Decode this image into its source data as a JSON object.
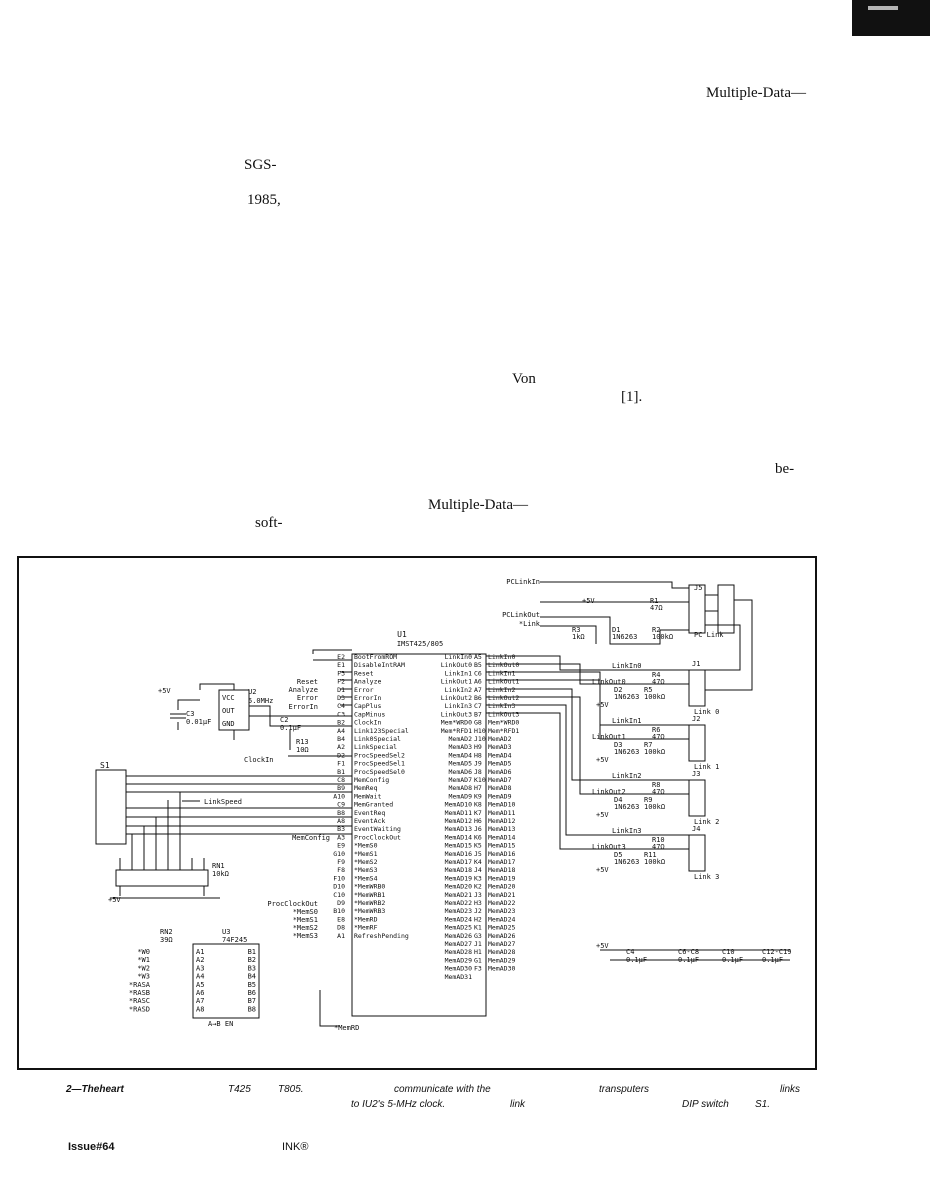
{
  "text_fragments": [
    "Multiple-Data—",
    "SGS-",
    "1985,",
    "Von",
    "[1].",
    "be-",
    "Multiple-Data—",
    "soft-"
  ],
  "caption": {
    "line1": [
      "2—Theheart",
      "T425",
      "T805.",
      "communicate with the",
      "transputers",
      "links"
    ],
    "line2": [
      "to IU2's 5-MHz clock.",
      "link",
      "DIP switch",
      "S1."
    ]
  },
  "footer": {
    "issue": "Issue#64",
    "ink": "INK®"
  },
  "schematic": {
    "u1": {
      "ref": "U1",
      "part": "IMST425/805",
      "left_pins": [
        [
          "E2",
          "BootFromROM"
        ],
        [
          "E1",
          "DisableIntRAM"
        ],
        [
          "F3",
          "Reset"
        ],
        [
          "F2",
          "Analyze"
        ],
        [
          "D1",
          "Error"
        ],
        [
          "D3",
          "ErrorIn"
        ],
        [
          "C4",
          "CapPlus"
        ],
        [
          "C3",
          "CapMinus"
        ],
        [
          "B2",
          "ClockIn"
        ],
        [
          "A4",
          "Link123Special"
        ],
        [
          "B4",
          "Link0Special"
        ],
        [
          "A2",
          "LinkSpecial"
        ],
        [
          "D2",
          "ProcSpeedSel2"
        ],
        [
          "F1",
          "ProcSpeedSel1"
        ],
        [
          "B1",
          "ProcSpeedSel0"
        ],
        [
          "C8",
          "MemConfig"
        ],
        [
          "B9",
          "MemReq"
        ],
        [
          "A10",
          "MemWait"
        ],
        [
          "C9",
          "MemGranted"
        ],
        [
          "B8",
          "EventReq"
        ],
        [
          "A8",
          "EventAck"
        ],
        [
          "B3",
          "EventWaiting"
        ],
        [
          "A3",
          "ProcClockOut"
        ],
        [
          "E9",
          "*MemS0"
        ],
        [
          "G10",
          "*MemS1"
        ],
        [
          "F9",
          "*MemS2"
        ],
        [
          "F8",
          "*MemS3"
        ],
        [
          "F10",
          "*MemS4"
        ],
        [
          "D10",
          "*MemWRB0"
        ],
        [
          "C10",
          "*MemWRB1"
        ],
        [
          "D9",
          "*MemWRB2"
        ],
        [
          "B10",
          "*MemWRB3"
        ],
        [
          "E8",
          "*MemRD"
        ],
        [
          "D8",
          "*MemRF"
        ],
        [
          "A1",
          "RefreshPending"
        ]
      ],
      "right_pins": [
        [
          "LinkIn0",
          "A5",
          "LinkIn0"
        ],
        [
          "LinkOut0",
          "B5",
          "LinkOut0"
        ],
        [
          "LinkIn1",
          "C6",
          "LinkIn1"
        ],
        [
          "LinkOut1",
          "A6",
          "LinkOut1"
        ],
        [
          "LinkIn2",
          "A7",
          "LinkIn2"
        ],
        [
          "LinkOut2",
          "B6",
          "LinkOut2"
        ],
        [
          "LinkIn3",
          "C7",
          "LinkIn3"
        ],
        [
          "LinkOut3",
          "B7",
          "LinkOut3"
        ],
        [
          "Mem*WRD0",
          "G8",
          "Mem*WRD0"
        ],
        [
          "Mem*RFD1",
          "H10",
          "Mem*RFD1"
        ],
        [
          "MemAD2",
          "J10",
          "MemAD2"
        ],
        [
          "MemAD3",
          "H9",
          "MemAD3"
        ],
        [
          "MemAD4",
          "H8",
          "MemAD4"
        ],
        [
          "MemAD5",
          "J9",
          "MemAD5"
        ],
        [
          "MemAD6",
          "J8",
          "MemAD6"
        ],
        [
          "MemAD7",
          "K10",
          "MemAD7"
        ],
        [
          "MemAD8",
          "H7",
          "MemAD8"
        ],
        [
          "MemAD9",
          "K9",
          "MemAD9"
        ],
        [
          "MemAD10",
          "K8",
          "MemAD10"
        ],
        [
          "MemAD11",
          "K7",
          "MemAD11"
        ],
        [
          "MemAD12",
          "H6",
          "MemAD12"
        ],
        [
          "MemAD13",
          "J6",
          "MemAD13"
        ],
        [
          "MemAD14",
          "K6",
          "MemAD14"
        ],
        [
          "MemAD15",
          "K5",
          "MemAD15"
        ],
        [
          "MemAD16",
          "J5",
          "MemAD16"
        ],
        [
          "MemAD17",
          "K4",
          "MemAD17"
        ],
        [
          "MemAD18",
          "J4",
          "MemAD18"
        ],
        [
          "MemAD19",
          "K3",
          "MemAD19"
        ],
        [
          "MemAD20",
          "K2",
          "MemAD20"
        ],
        [
          "MemAD21",
          "J3",
          "MemAD21"
        ],
        [
          "MemAD22",
          "H3",
          "MemAD22"
        ],
        [
          "MemAD23",
          "J2",
          "MemAD23"
        ],
        [
          "MemAD24",
          "H2",
          "MemAD24"
        ],
        [
          "MemAD25",
          "K1",
          "MemAD25"
        ],
        [
          "MemAD26",
          "G3",
          "MemAD26"
        ],
        [
          "MemAD27",
          "J1",
          "MemAD27"
        ],
        [
          "MemAD28",
          "H1",
          "MemAD28"
        ],
        [
          "MemAD29",
          "G1",
          "MemAD29"
        ],
        [
          "MemAD30",
          "F3",
          "MemAD30"
        ],
        [
          "MemAD31",
          "",
          ""
        ]
      ]
    },
    "u2": {
      "ref": "U2",
      "freq": "5.0MHz",
      "vcc": "VCC",
      "out": "OUT",
      "gnd": "GND"
    },
    "u3": {
      "ref": "U3",
      "part": "74F245",
      "a_pins": [
        "A1",
        "A2",
        "A3",
        "A4",
        "A5",
        "A6",
        "A7",
        "A8"
      ],
      "b_pins": [
        "B1",
        "B2",
        "B3",
        "B4",
        "B5",
        "B6",
        "B7",
        "B8"
      ],
      "dir": "A→B EN"
    },
    "rn1": {
      "ref": "RN1",
      "value": "10kΩ"
    },
    "rn2": {
      "ref": "RN2",
      "value": "39Ω"
    },
    "s1": {
      "ref": "S1"
    },
    "rn2_signals": [
      "*W0",
      "*W1",
      "*W2",
      "*W3",
      "*RASA",
      "*RASB",
      "*RASC",
      "*RASD"
    ],
    "left_signals": [
      "Reset",
      "Analyze",
      "Error",
      "ErrorIn",
      "ClockIn",
      "LinkSpeed",
      "MemConfig",
      "ProcClockOut",
      "*MemS0",
      "*MemS1",
      "*MemS2",
      "*MemS3",
      "*MemRD"
    ],
    "passives": {
      "c2": "C2",
      "c2v": "0.1μF",
      "c3": "C3",
      "c3v": "0.01μF",
      "r13": "R13",
      "r13v": "10Ω",
      "c4": "C4",
      "c4v": "0.1μF",
      "c68": "C6-C8",
      "c68v": "0.1μF",
      "c10": "C10",
      "c10v": "0.1μF",
      "c1219": "C12-C19",
      "c1219v": "0.1μF"
    },
    "top": {
      "pclinkin": "PCLinkIn",
      "pclinkout": "PCLinkOut",
      "link": "*Link",
      "j5": "J5",
      "pclink": "PC Link",
      "r1": "R1",
      "r1v": "47Ω",
      "r2": "R2",
      "r2v": "100kΩ",
      "r3": "R3",
      "r3v": "1kΩ",
      "d1": "D1",
      "d1v": "1N6263"
    },
    "links": [
      {
        "in": "LinkIn0",
        "out": "LinkOut0",
        "j": "J1",
        "rs": "R4",
        "rsv": "47Ω",
        "d": "D2",
        "dv": "1N6263",
        "rp": "R5",
        "rpv": "100kΩ",
        "name": "Link 0"
      },
      {
        "in": "LinkIn1",
        "out": "LinkOut1",
        "j": "J2",
        "rs": "R6",
        "rsv": "47Ω",
        "d": "D3",
        "dv": "1N6263",
        "rp": "R7",
        "rpv": "100kΩ",
        "name": "Link 1"
      },
      {
        "in": "LinkIn2",
        "out": "LinkOut2",
        "j": "J3",
        "rs": "R8",
        "rsv": "47Ω",
        "d": "D4",
        "dv": "1N6263",
        "rp": "R9",
        "rpv": "100kΩ",
        "name": "Link 2"
      },
      {
        "in": "LinkIn3",
        "out": "LinkOut3",
        "j": "J4",
        "rs": "R10",
        "rsv": "47Ω",
        "d": "D5",
        "dv": "1N6263",
        "rp": "R11",
        "rpv": "100kΩ",
        "name": "Link 3"
      }
    ],
    "plus5v": "+5V"
  }
}
